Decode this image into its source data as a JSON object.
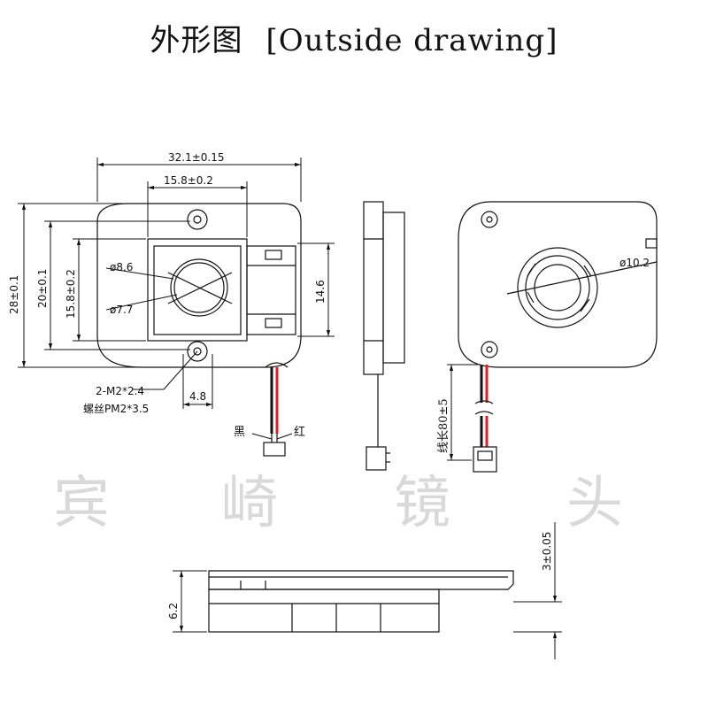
{
  "title": {
    "cn": "外形图",
    "en": "[Outside drawing]"
  },
  "dimensions": {
    "width_total": "32.1±0.15",
    "width_inner": "15.8±0.2",
    "height_total": "28±0.1",
    "height_mid": "20±0.1",
    "height_inner": "15.8±0.2",
    "hole_dia_a": "ø8.6",
    "hole_dia_b": "ø7.7",
    "slot_height": "14.6",
    "lens_dia": "ø10.2",
    "screw_1": "2-M2*2.4",
    "screw_2": "螺丝PM2*3.5",
    "hole_offset": "4.8",
    "wire_black": "黑",
    "wire_red": "红",
    "wire_length": "线长80±5",
    "thickness": "6.2",
    "step": "3±0.05"
  },
  "watermark": [
    "宾",
    "崎",
    "镜",
    "头"
  ],
  "colors": {
    "line": "#111111",
    "wire_red": "#e02020",
    "wire_black": "#111111",
    "watermark": "#d9d9d9"
  }
}
